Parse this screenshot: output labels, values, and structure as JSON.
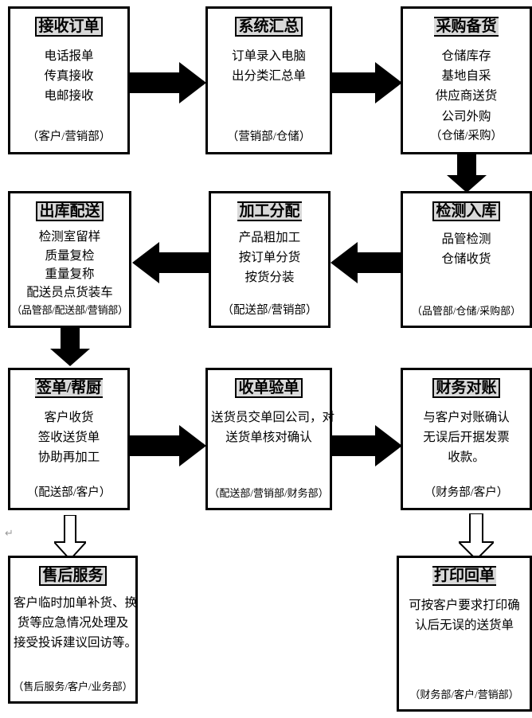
{
  "diagram": {
    "type": "flowchart",
    "title_bg_color": "#d9d9d9",
    "line_color": "#000000",
    "background_color": "#ffffff",
    "end_mark": "↵"
  },
  "nodes": [
    {
      "id": "receive-order",
      "title": "接收订单",
      "lines": [
        "电话报单",
        "传真接收",
        "电邮接收"
      ],
      "owner": "（客户/营销部）"
    },
    {
      "id": "system-summary",
      "title": "系统汇总",
      "lines": [
        "订单录入电脑",
        "出分类汇总单"
      ],
      "owner": "（营销部/仓储）"
    },
    {
      "id": "purchase-stock",
      "title": "采购备货",
      "lines": [
        "仓储库存",
        "基地自采",
        "供应商送货",
        "公司外购"
      ],
      "owner": "（仓储/采购）"
    },
    {
      "id": "inspect-warehouse",
      "title": "检测入库",
      "lines": [
        "品管检测",
        "仓储收货"
      ],
      "owner": "（品管部/仓储/采购部）"
    },
    {
      "id": "process-allocate",
      "title": "加工分配",
      "lines": [
        "产品粗加工",
        "按订单分货",
        "按货分装"
      ],
      "owner": "（配送部/营销部）"
    },
    {
      "id": "outbound-delivery",
      "title": "出库配送",
      "lines": [
        "检测室留样",
        "质量复检",
        "重量复称",
        "配送员点货装车"
      ],
      "owner": "（品管部/配送部/营销部）"
    },
    {
      "id": "sign-assist",
      "title": "签单/帮厨",
      "lines": [
        "客户收货",
        "签收送货单",
        "协助再加工"
      ],
      "owner": "（配送部/客户）"
    },
    {
      "id": "receipt-verify",
      "title": "收单验单",
      "lines": [
        "送货员交单回公司，对",
        "送货单核对确认"
      ],
      "owner": "（配送部/营销部/财务部）"
    },
    {
      "id": "finance-reconcile",
      "title": "财务对账",
      "lines": [
        "与客户对账确认",
        "无误后开据发票",
        "收款。"
      ],
      "owner": "（财务部/客户）"
    },
    {
      "id": "after-sales",
      "title": "售后服务",
      "lines": [
        "客户临时加单补货、换",
        "货等应急情况处理及",
        "接受投诉建议回访等。"
      ],
      "owner": "（售后服务/客户/业务部）"
    },
    {
      "id": "print-receipt",
      "title": "打印回单",
      "lines": [
        "可按客户要求打印确",
        "认后无误的送货单"
      ],
      "owner": "（财务部/客户/营销部）"
    }
  ],
  "connectors": [
    {
      "id": "c1",
      "from": "receive-order",
      "to": "system-summary",
      "style": "solid",
      "direction": "right"
    },
    {
      "id": "c2",
      "from": "system-summary",
      "to": "purchase-stock",
      "style": "solid",
      "direction": "right"
    },
    {
      "id": "c3",
      "from": "purchase-stock",
      "to": "inspect-warehouse",
      "style": "solid",
      "direction": "down"
    },
    {
      "id": "c4",
      "from": "inspect-warehouse",
      "to": "process-allocate",
      "style": "solid",
      "direction": "left"
    },
    {
      "id": "c5",
      "from": "process-allocate",
      "to": "outbound-delivery",
      "style": "solid",
      "direction": "left"
    },
    {
      "id": "c6",
      "from": "outbound-delivery",
      "to": "sign-assist",
      "style": "solid",
      "direction": "down"
    },
    {
      "id": "c7",
      "from": "sign-assist",
      "to": "receipt-verify",
      "style": "solid",
      "direction": "right"
    },
    {
      "id": "c8",
      "from": "receipt-verify",
      "to": "finance-reconcile",
      "style": "solid",
      "direction": "right"
    },
    {
      "id": "c9",
      "from": "sign-assist",
      "to": "after-sales",
      "style": "hollow",
      "direction": "down"
    },
    {
      "id": "c10",
      "from": "finance-reconcile",
      "to": "print-receipt",
      "style": "hollow",
      "direction": "down"
    }
  ]
}
